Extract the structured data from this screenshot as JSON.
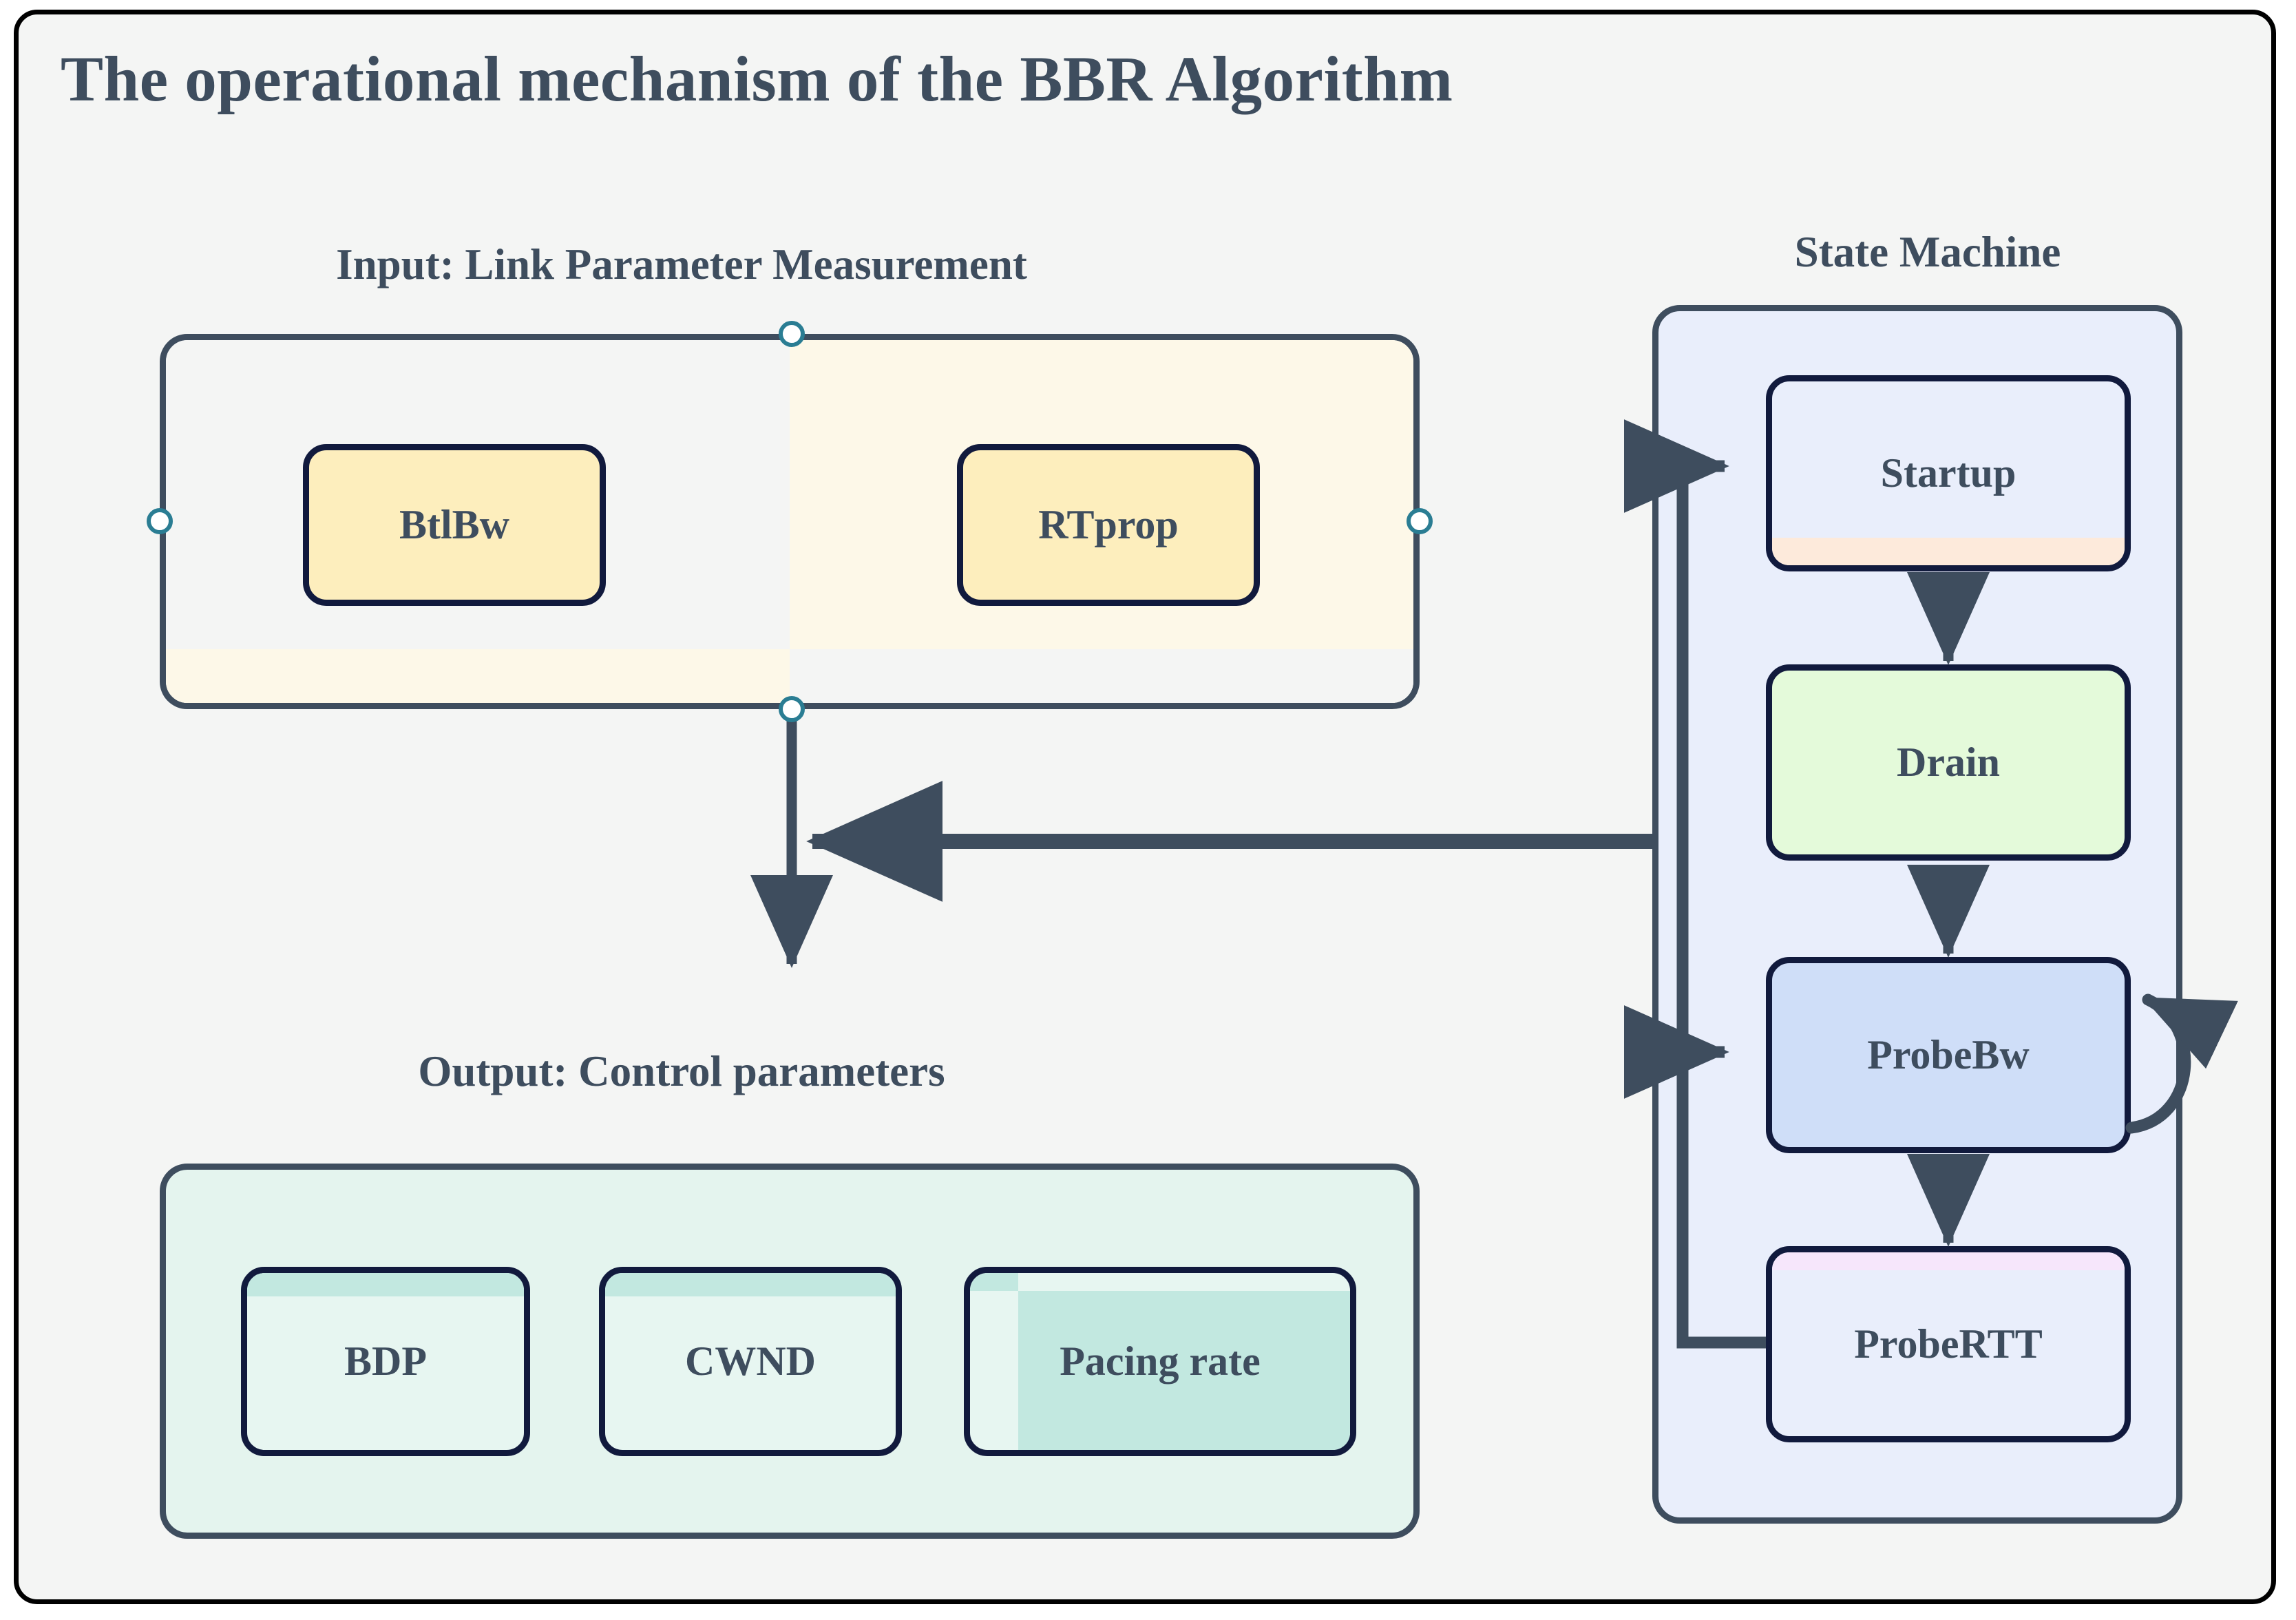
{
  "diagram": {
    "title": "The operational mechanism of the BBR Algorithm",
    "accent_dark": "#3e4d5e",
    "accent_node_border": "#111a3d",
    "frame_border": "#000000",
    "page_bg": "#f4f5f4"
  },
  "input_section": {
    "label": "Input:  Link Parameter Measurement",
    "container_bg_a": "#f4f5f4",
    "container_bg_b": "#fdf8e8",
    "nodes": [
      {
        "label": "BtlBw",
        "fill": "#fdeebd"
      },
      {
        "label": "RTprop",
        "fill": "#fdeebd"
      }
    ],
    "handles": [
      "top",
      "left",
      "right",
      "bottom"
    ]
  },
  "output_section": {
    "label": "Output: Control parameters",
    "container_bg": "#e4f4ee",
    "nodes": [
      {
        "label": "BDP",
        "fill": "#e7f6f1",
        "accent": "#c2e8e0"
      },
      {
        "label": "CWND",
        "fill": "#e7f6f1",
        "accent": "#c2e8e0"
      },
      {
        "label": "Pacing rate",
        "fill": "#e7f6f1",
        "accent": "#c2e8e0"
      }
    ]
  },
  "state_machine": {
    "label": "State Machine",
    "container_bg": "#e9eefb",
    "states": [
      {
        "label": "Startup",
        "fill": "#e9eefb",
        "accent": "#fdeadb"
      },
      {
        "label": "Drain",
        "fill": "#e4fada",
        "accent": "#e4fada"
      },
      {
        "label": "ProbeBw",
        "fill": "#cfdef8",
        "accent": "#cfdef8"
      },
      {
        "label": "ProbeRTT",
        "fill": "#e9eefb",
        "accent": "#f6e6fb"
      }
    ],
    "transitions": [
      {
        "from": "Startup",
        "to": "Drain"
      },
      {
        "from": "Drain",
        "to": "ProbeBw"
      },
      {
        "from": "ProbeBw",
        "to": "ProbeRTT"
      },
      {
        "from": "ProbeBw",
        "to": "ProbeBw"
      },
      {
        "from": "ProbeRTT",
        "to": "Startup"
      },
      {
        "from": "ProbeRTT",
        "to": "ProbeBw"
      }
    ],
    "feedback_to_input": {
      "from": "State Machine",
      "to": "Input / Output path"
    }
  }
}
